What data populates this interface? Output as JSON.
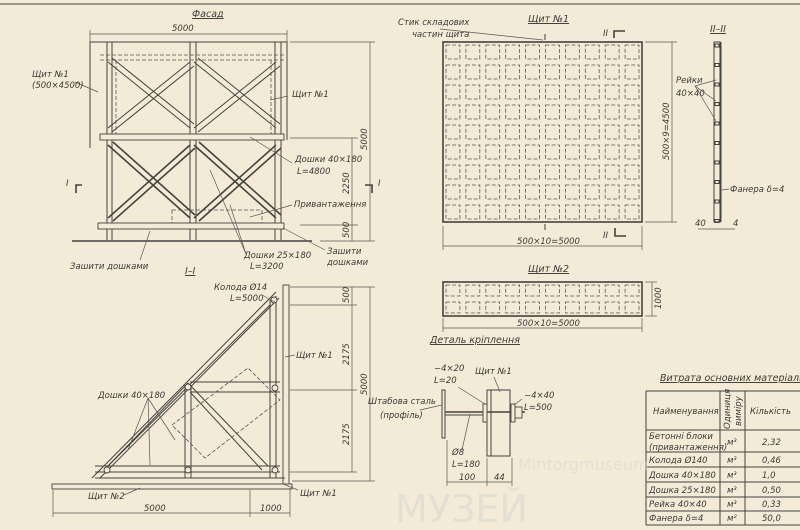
{
  "facade": {
    "title": "Фасад",
    "dim_width": "5000",
    "dim_height": "5000",
    "dim_2250": "2250",
    "dim_500": "500",
    "section_mark": "I",
    "labels": {
      "shield1_a": "Щит №1",
      "shield1_size": "(500×4500)",
      "shield1_b": "Щит №1",
      "boards_40": "Дошки 40×180",
      "boards_40_len": "L=4800",
      "ballast": "Привантаження",
      "boards_25": "Дошки 25×180",
      "boards_25_len": "L=3200",
      "sheath_right_1": "Зашити",
      "sheath_right_2": "дошками",
      "sheath_left": "Зашити дошками"
    }
  },
  "section_1": {
    "title": "I–I",
    "log_label": "Колода Ø14",
    "log_len": "L=5000",
    "shield1_a": "Щит №1",
    "shield1_b": "Щит №1",
    "shield2": "Щит №2",
    "boards": "Дошки 40×180",
    "dims": {
      "top": "500",
      "mid": "2175",
      "low": "2175",
      "total": "5000",
      "base": "5000",
      "ext": "1000"
    }
  },
  "shield_1": {
    "title": "Щит №1",
    "joint_1": "Стик складових",
    "joint_2": "частин щита",
    "dim_width": "500×10=5000",
    "dim_height": "500×9=4500",
    "section_mark": "II",
    "grid_cols": 10,
    "grid_rows": 9
  },
  "section_2": {
    "title": "II–II",
    "slats_1": "Рейки",
    "slats_2": "40×40",
    "plywood": "Фанера δ=4",
    "dim_40": "40",
    "dim_4": "4"
  },
  "shield_2": {
    "title": "Щит №2",
    "dim_width": "500×10=5000",
    "dim_height": "1000",
    "grid_cols": 10,
    "grid_rows": 2
  },
  "detail": {
    "title": "Деталь кріплення",
    "plate_small": "−4×20",
    "plate_small_len": "L=20",
    "shield": "Щит №1",
    "plate_large": "−4×40",
    "plate_large_len": "L=500",
    "strip_1": "Штабова сталь",
    "strip_2": "(профіль)",
    "rod": "Ø8",
    "rod_len": "L=180",
    "dim_100": "100",
    "dim_44": "44"
  },
  "materials_table": {
    "title": "Витрата основних матеріалів",
    "headers": [
      "Найменування",
      "Одиниця",
      "виміру",
      "Кількість"
    ],
    "rows": [
      {
        "name": "Бетонні блоки",
        "name2": "(привантаження)",
        "unit": "м³",
        "qty": "2,32"
      },
      {
        "name": "Колода Ø140",
        "unit": "м³",
        "qty": "0,46"
      },
      {
        "name": "Дошка 40×180",
        "unit": "м³",
        "qty": "1,0"
      },
      {
        "name": "Дошка 25×180",
        "unit": "м³",
        "qty": "0,50"
      },
      {
        "name": "Рейка 40×40",
        "unit": "м³",
        "qty": "0,33"
      },
      {
        "name": "Фанера δ=4",
        "unit": "м²",
        "qty": "50,0"
      }
    ]
  },
  "watermark": {
    "line1": "МУЗЕЙ",
    "line2": "Mintorgmuseum"
  }
}
